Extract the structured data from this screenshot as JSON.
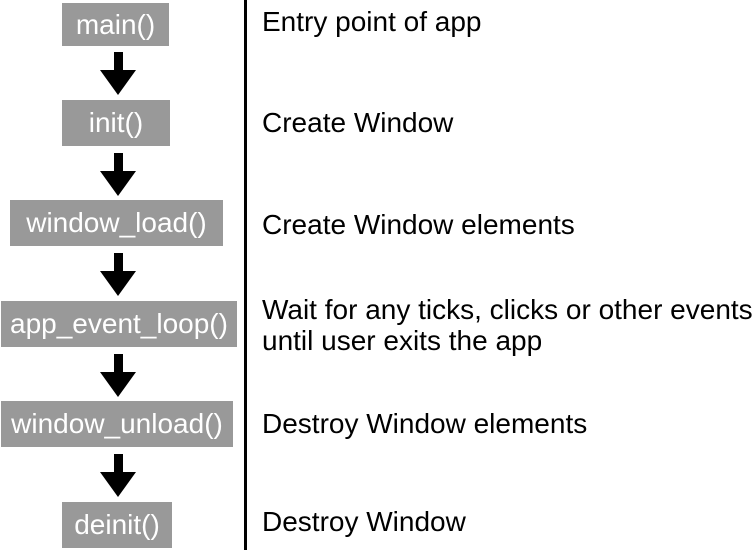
{
  "diagram": {
    "title": "app lifecycle flowchart",
    "colors": {
      "box_fill": "#999999",
      "box_text": "#ffffff",
      "arrow": "#000000",
      "divider": "#000000",
      "description_text": "#000000",
      "background": "#ffffff"
    },
    "steps": [
      {
        "func": "main()",
        "desc": "Entry point of app"
      },
      {
        "func": "init()",
        "desc": "Create Window"
      },
      {
        "func": "window_load()",
        "desc": "Create Window elements"
      },
      {
        "func": "app_event_loop()",
        "desc": "Wait for any ticks, clicks or other events\nuntil user exits the app"
      },
      {
        "func": "window_unload()",
        "desc": "Destroy Window elements"
      },
      {
        "func": "deinit()",
        "desc": "Destroy Window"
      }
    ]
  }
}
